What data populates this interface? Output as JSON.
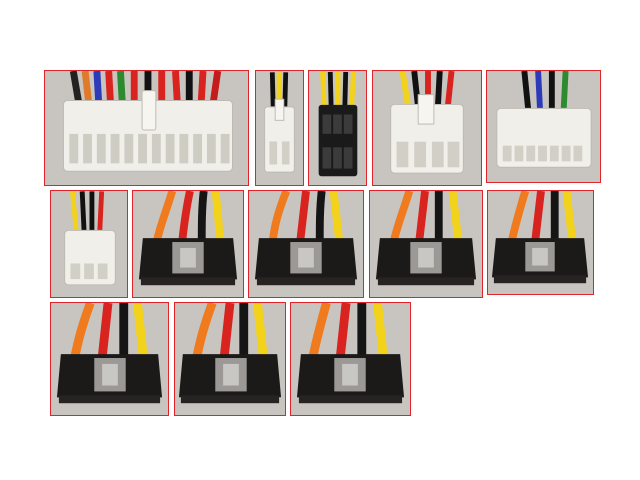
{
  "photo": {
    "background": "#ffffff",
    "frame_color": "#e0242c",
    "backdrop": "#c9c6c2",
    "connectors": [
      {
        "id": "atx-24pin",
        "kind": "24-pin ATX main power connector",
        "color": "#f1efe9"
      },
      {
        "id": "atx-4pin",
        "kind": "4-pin ATX12V connector",
        "color": "#f1efe9"
      },
      {
        "id": "eps-8pin",
        "kind": "8-pin EPS connector",
        "color": "#1a1a1a"
      },
      {
        "id": "pcie-6pin",
        "kind": "6-pin connector",
        "color": "#f1efe9"
      },
      {
        "id": "pcie-8pin",
        "kind": "8-pin connector",
        "color": "#f1efe9"
      },
      {
        "id": "molex-4pin",
        "kind": "4-pin peripheral connector",
        "color": "#f1efe9"
      },
      {
        "id": "sata-1",
        "kind": "SATA power connector",
        "color": "#1c1a19"
      },
      {
        "id": "sata-2",
        "kind": "SATA power connector",
        "color": "#1c1a19"
      },
      {
        "id": "sata-3",
        "kind": "SATA power connector",
        "color": "#1c1a19"
      },
      {
        "id": "sata-4",
        "kind": "SATA power connector",
        "color": "#1c1a19"
      },
      {
        "id": "sata-5",
        "kind": "SATA power connector",
        "color": "#1c1a19"
      },
      {
        "id": "sata-6",
        "kind": "SATA power connector",
        "color": "#1c1a19"
      },
      {
        "id": "sata-7",
        "kind": "SATA power connector",
        "color": "#1c1a19"
      }
    ],
    "wire_colors": {
      "red": "#d8231e",
      "yellow": "#f2d21a",
      "black": "#151515",
      "orange": "#f07a1e",
      "blue": "#2d3bb8",
      "green": "#2e8a2e"
    }
  }
}
